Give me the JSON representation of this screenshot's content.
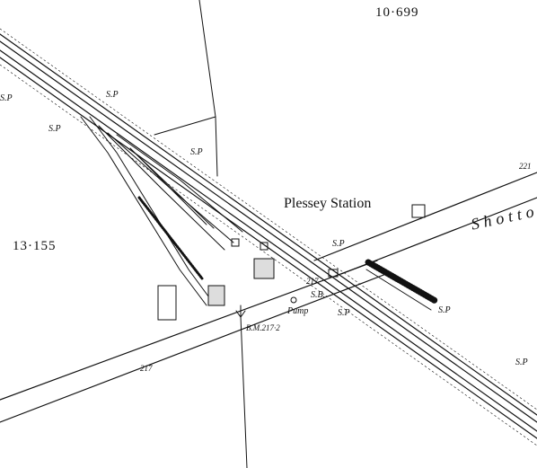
{
  "map": {
    "station_name": "Plessey Station",
    "road_name": "Shotto",
    "area_upper_right": "10·699",
    "area_left": "13·155",
    "signal_label": "S.P",
    "signal_box_label": "S.B.",
    "pump_label": "Pump",
    "benchmark_label": "B.M.217·2",
    "spot_height_lower": "217",
    "spot_height_junction": "217",
    "spot_height_upper_right": "221",
    "colors": {
      "ink": "#111111",
      "paper": "#ffffff"
    }
  }
}
